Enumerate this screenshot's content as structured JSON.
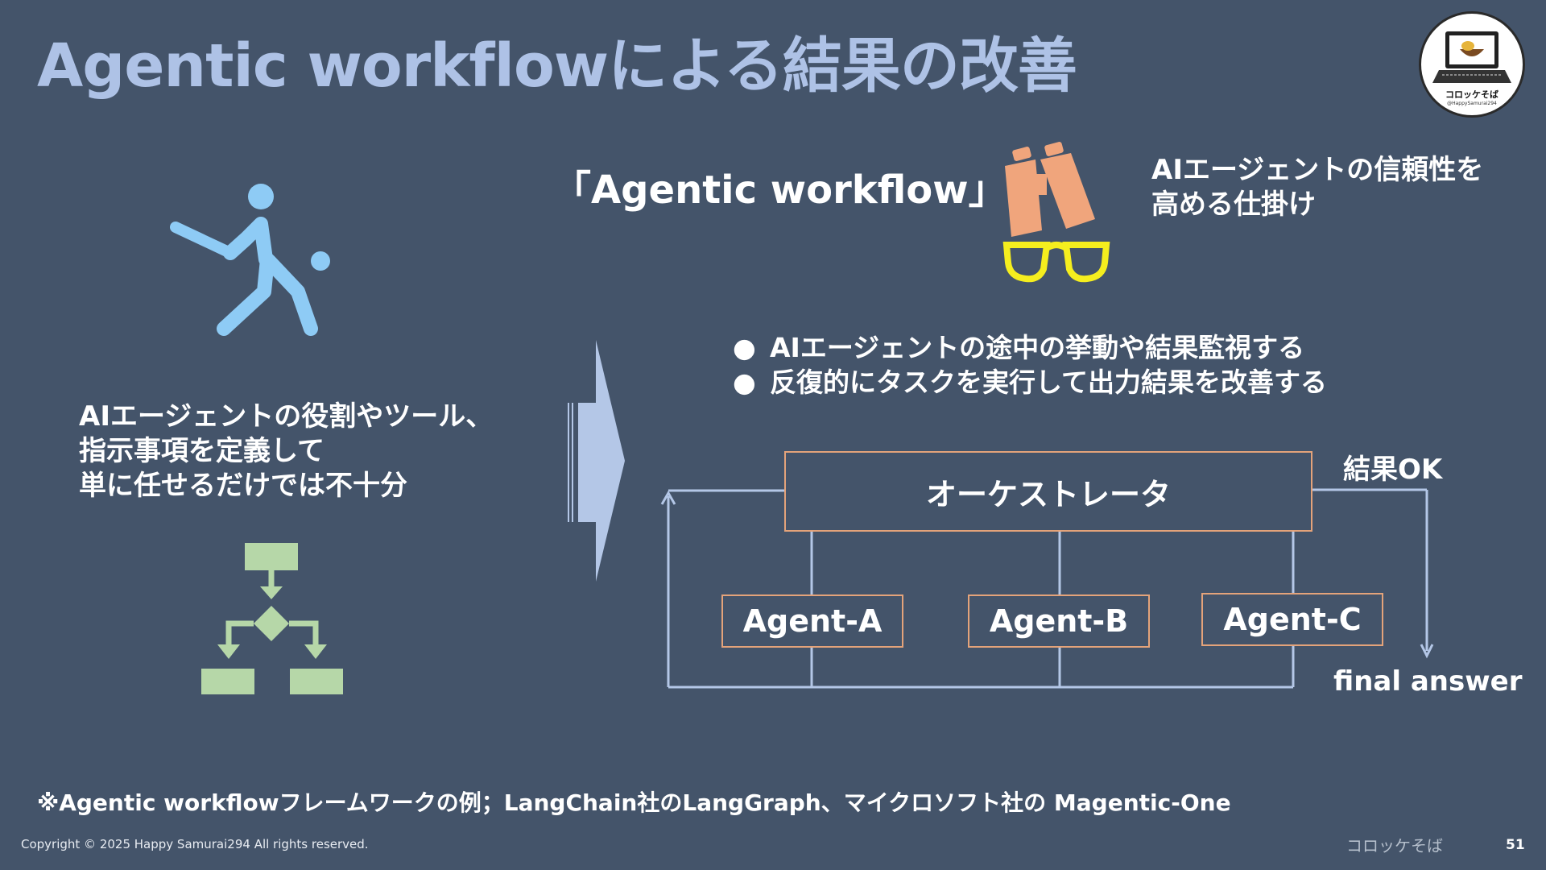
{
  "slide": {
    "title": "Agentic workflowによる結果の改善",
    "heading": "「Agentic workflow」",
    "trust_text": [
      "AIエージェントの信頼性を",
      "高める仕掛け"
    ],
    "bullets": [
      "AIエージェントの途中の挙動や結果監視する",
      "反復的にタスクを実行して出力結果を改善する"
    ],
    "left_text": [
      "AIエージェントの役割やツール、",
      "指示事項を定義して",
      "単に任せるだけでは不十分"
    ],
    "note": "※Agentic workflowフレームワークの例；LangChain社のLangGraph、マイクロソフト社の Magentic-One"
  },
  "diagram": {
    "orchestrator": "オーケストレータ",
    "agents": [
      "Agent-A",
      "Agent-B",
      "Agent-C"
    ],
    "result_ok": "結果OK",
    "final_answer": "final answer"
  },
  "logo": {
    "text": "コロッケそば",
    "handle": "@HappySamurai294"
  },
  "footer": {
    "copyright": "Copyright © 2025 Happy Samurai294 All rights reserved.",
    "brand": "コロッケそば",
    "page_number": "51"
  },
  "colors": {
    "background": "#44546a",
    "title": "#aec2e6",
    "batter_icon": "#8ecbf5",
    "flowchart_icon": "#b6d7a8",
    "binoculars_icon": "#f0a57c",
    "glasses_icon": "#f5ee1e",
    "arrow": "#b4c7e7",
    "box_border": "#e4a37a",
    "connector": "#b4c7e7"
  },
  "icons": [
    "batter-icon",
    "flowchart-icon",
    "binoculars-icon",
    "glasses-icon",
    "arrow-right-icon",
    "laptop-bowl-logo-icon"
  ]
}
